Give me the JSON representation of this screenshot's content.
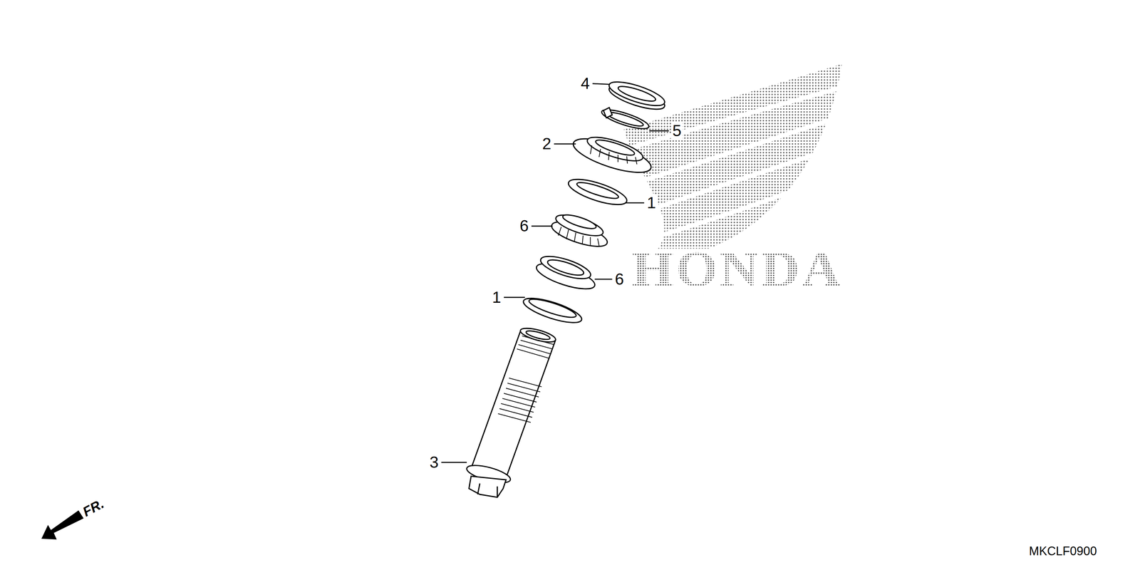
{
  "diagram": {
    "labels": [
      "4",
      "5",
      "2",
      "1",
      "6",
      "6",
      "1",
      "3",
      "HONDA",
      "FR.",
      "MKCLF0900"
    ]
  }
}
